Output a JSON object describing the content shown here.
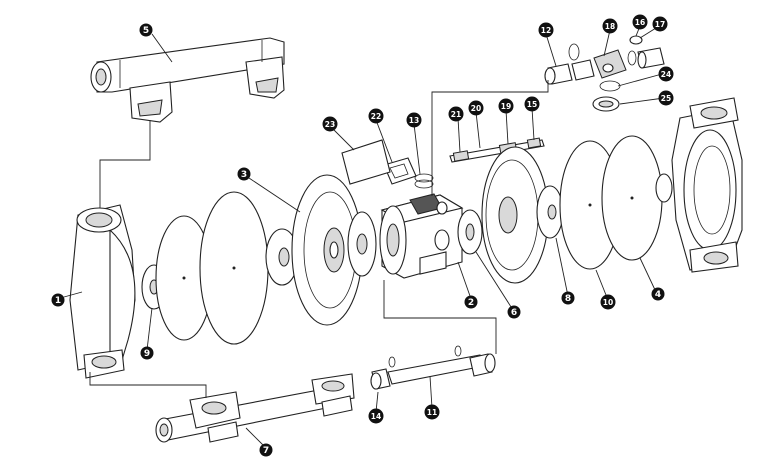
{
  "diagram": {
    "callouts": [
      {
        "id": "c1",
        "label": "1"
      },
      {
        "id": "c2",
        "label": "2"
      },
      {
        "id": "c3",
        "label": "3"
      },
      {
        "id": "c4",
        "label": "4"
      },
      {
        "id": "c5",
        "label": "5"
      },
      {
        "id": "c6",
        "label": "6"
      },
      {
        "id": "c7",
        "label": "7"
      },
      {
        "id": "c8",
        "label": "8"
      },
      {
        "id": "c9",
        "label": "9"
      },
      {
        "id": "c10",
        "label": "10"
      },
      {
        "id": "c11",
        "label": "11"
      },
      {
        "id": "c12",
        "label": "12"
      },
      {
        "id": "c13",
        "label": "13"
      },
      {
        "id": "c14",
        "label": "14"
      },
      {
        "id": "c15",
        "label": "15"
      },
      {
        "id": "c16",
        "label": "16"
      },
      {
        "id": "c17",
        "label": "17"
      },
      {
        "id": "c18",
        "label": "18"
      },
      {
        "id": "c19",
        "label": "19"
      },
      {
        "id": "c20",
        "label": "20"
      },
      {
        "id": "c21",
        "label": "21"
      },
      {
        "id": "c22",
        "label": "22"
      },
      {
        "id": "c23",
        "label": "23"
      },
      {
        "id": "c24",
        "label": "24"
      },
      {
        "id": "c25",
        "label": "25"
      }
    ],
    "colors": {
      "line": "#222222",
      "callout_fill": "#111111",
      "callout_text": "#ffffff",
      "shade": "#d9d9d9"
    }
  }
}
